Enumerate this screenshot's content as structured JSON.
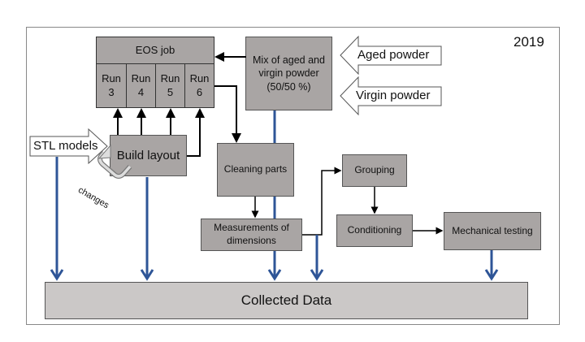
{
  "year": "2019",
  "eos_job": {
    "title": "EOS job",
    "runs": [
      "Run\n3",
      "Run\n4",
      "Run\n5",
      "Run\n6"
    ]
  },
  "mix_box": "Mix of aged and virgin powder (50/50 %)",
  "inputs": {
    "aged": "Aged powder",
    "virgin": "Virgin powder",
    "stl": "STL models"
  },
  "build_layout": "Build layout",
  "changes_label": "changes",
  "cleaning": "Cleaning parts",
  "measurements": "Measurements of dimensions",
  "grouping": "Grouping",
  "conditioning": "Conditioning",
  "mechanical": "Mechanical testing",
  "collected": "Collected Data",
  "colors": {
    "box": "#a9a5a4",
    "collected": "#cbc8c7",
    "data_arrow": "#2e5597",
    "flow_arrow": "#000000"
  }
}
